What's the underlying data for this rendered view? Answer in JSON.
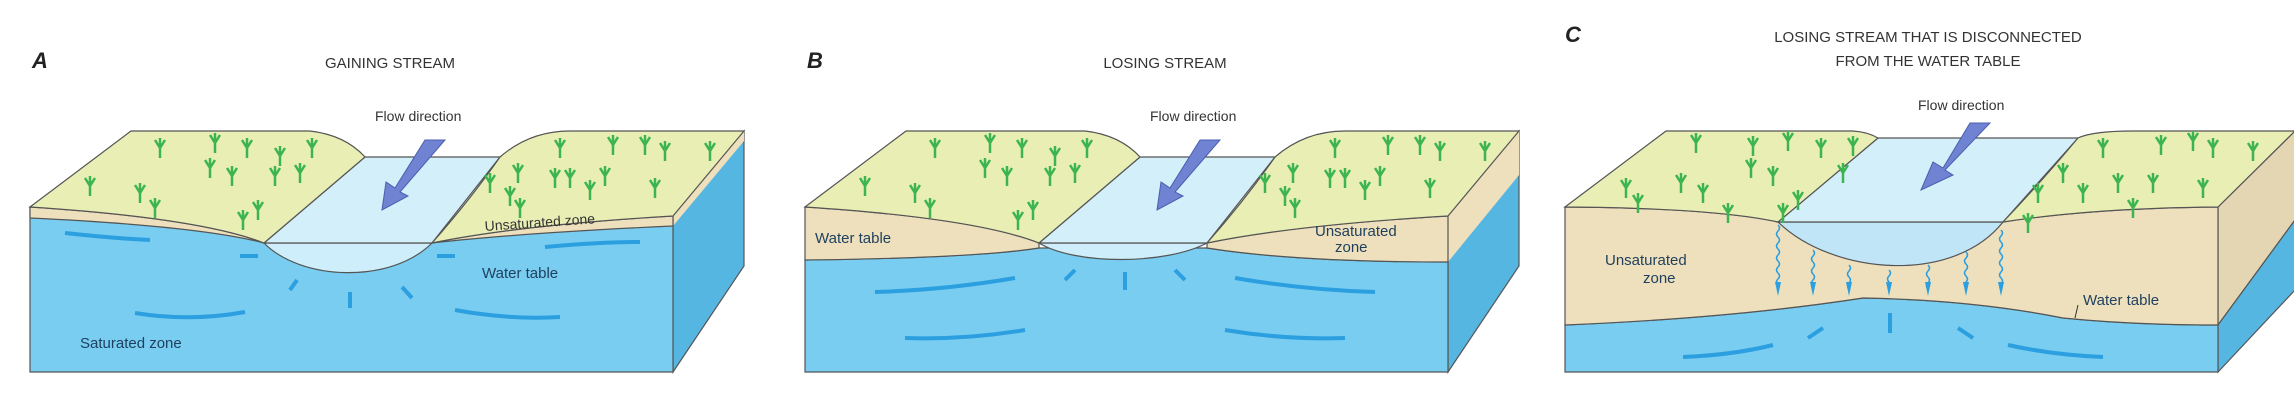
{
  "panels": [
    {
      "letter": "A",
      "title": "GAINING STREAM",
      "flow_label": "Flow direction",
      "labels": {
        "unsaturated": "Unsaturated zone",
        "water_table": "Water table",
        "saturated": "Saturated zone"
      }
    },
    {
      "letter": "B",
      "title": "LOSING STREAM",
      "flow_label": "Flow direction",
      "labels": {
        "water_table": "Water table",
        "unsaturated_1": "Unsaturated",
        "unsaturated_2": "zone"
      }
    },
    {
      "letter": "C",
      "title_line1": "LOSING STREAM THAT IS DISCONNECTED",
      "title_line2": "FROM THE WATER TABLE",
      "flow_label": "Flow direction",
      "labels": {
        "unsaturated_1": "Unsaturated",
        "unsaturated_2": "zone",
        "water_table": "Water table"
      }
    }
  ],
  "colors": {
    "grass_top": "#e9efb4",
    "soil": "#eee0bc",
    "water": "#79cdf0",
    "water_side": "#56b6e2",
    "stream": "#d3effa",
    "flow_arrow": "#6f83d2",
    "small_arrow": "#2b9fe0",
    "plant": "#3cb550"
  }
}
